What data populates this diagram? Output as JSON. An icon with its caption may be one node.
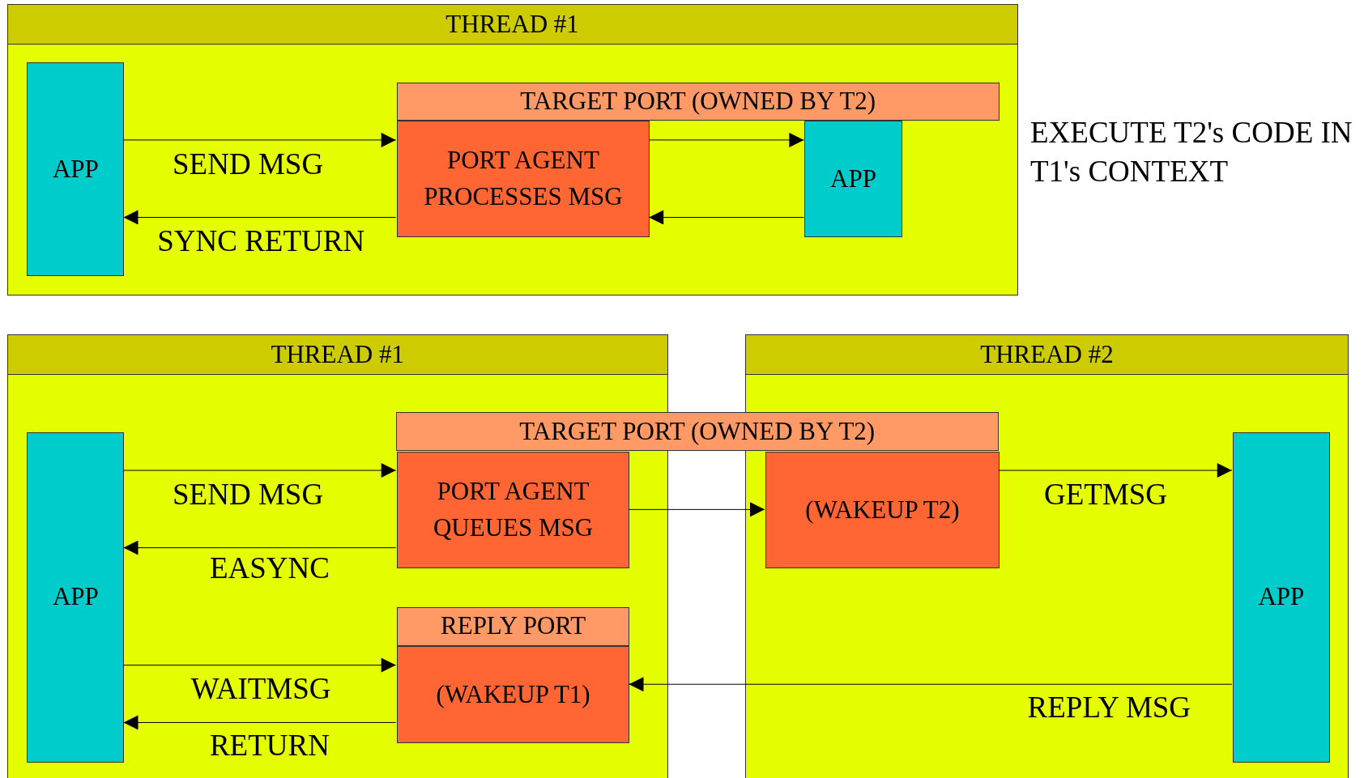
{
  "diagram": {
    "nodes": [
      {
        "text": [
          "THREAD #1"
        ]
      },
      {
        "text": [
          "APP"
        ],
        "in": 0
      },
      {
        "text": [
          "TARGET PORT (OWNED BY T2)"
        ],
        "in": 0
      },
      {
        "text": [
          "PORT AGENT PROCESSES MSG"
        ],
        "in": 0
      },
      {
        "text": [
          "APP"
        ],
        "in": 0
      },
      {
        "text": [
          "THREAD #1"
        ]
      },
      {
        "text": [
          "THREAD #2"
        ]
      },
      {
        "text": [
          "APP"
        ],
        "in": 5
      },
      {
        "text": [
          "TARGET PORT (OWNED BY T2)"
        ]
      },
      {
        "text": [
          "PORT AGENT QUEUES MSG"
        ],
        "in": 5
      },
      {
        "text": [
          "(WAKEUP T2)"
        ],
        "in": 6
      },
      {
        "text": [
          "REPLY PORT"
        ],
        "in": 5
      },
      {
        "text": [
          "(WAKEUP T1)"
        ],
        "in": 5
      },
      {
        "text": [
          "APP"
        ],
        "in": 6
      }
    ],
    "edges": [
      {
        "from": 1,
        "to": 3,
        "arrow": "to",
        "label": "SEND MSG"
      },
      {
        "from": 3,
        "to": 1,
        "arrow": "to",
        "label": "SYNC RETURN"
      },
      {
        "from": 3,
        "to": 4,
        "arrow": "to"
      },
      {
        "from": 4,
        "to": 3,
        "arrow": "to"
      },
      {
        "from": 7,
        "to": 9,
        "arrow": "to",
        "label": "SEND MSG"
      },
      {
        "from": 9,
        "to": 7,
        "arrow": "to",
        "label": "EASYNC"
      },
      {
        "from": 9,
        "to": 10,
        "arrow": "to"
      },
      {
        "from": 10,
        "to": 13,
        "arrow": "to",
        "label": "GETMSG"
      },
      {
        "from": 7,
        "to": 12,
        "arrow": "to",
        "label": "WAITMSG"
      },
      {
        "from": 12,
        "to": 7,
        "arrow": "to",
        "label": "RETURN"
      },
      {
        "from": 13,
        "to": 12,
        "arrow": "to",
        "label": "REPLY MSG"
      }
    ],
    "labels": [
      "EXECUTE T2's CODE IN T1's CONTEXT"
    ]
  }
}
